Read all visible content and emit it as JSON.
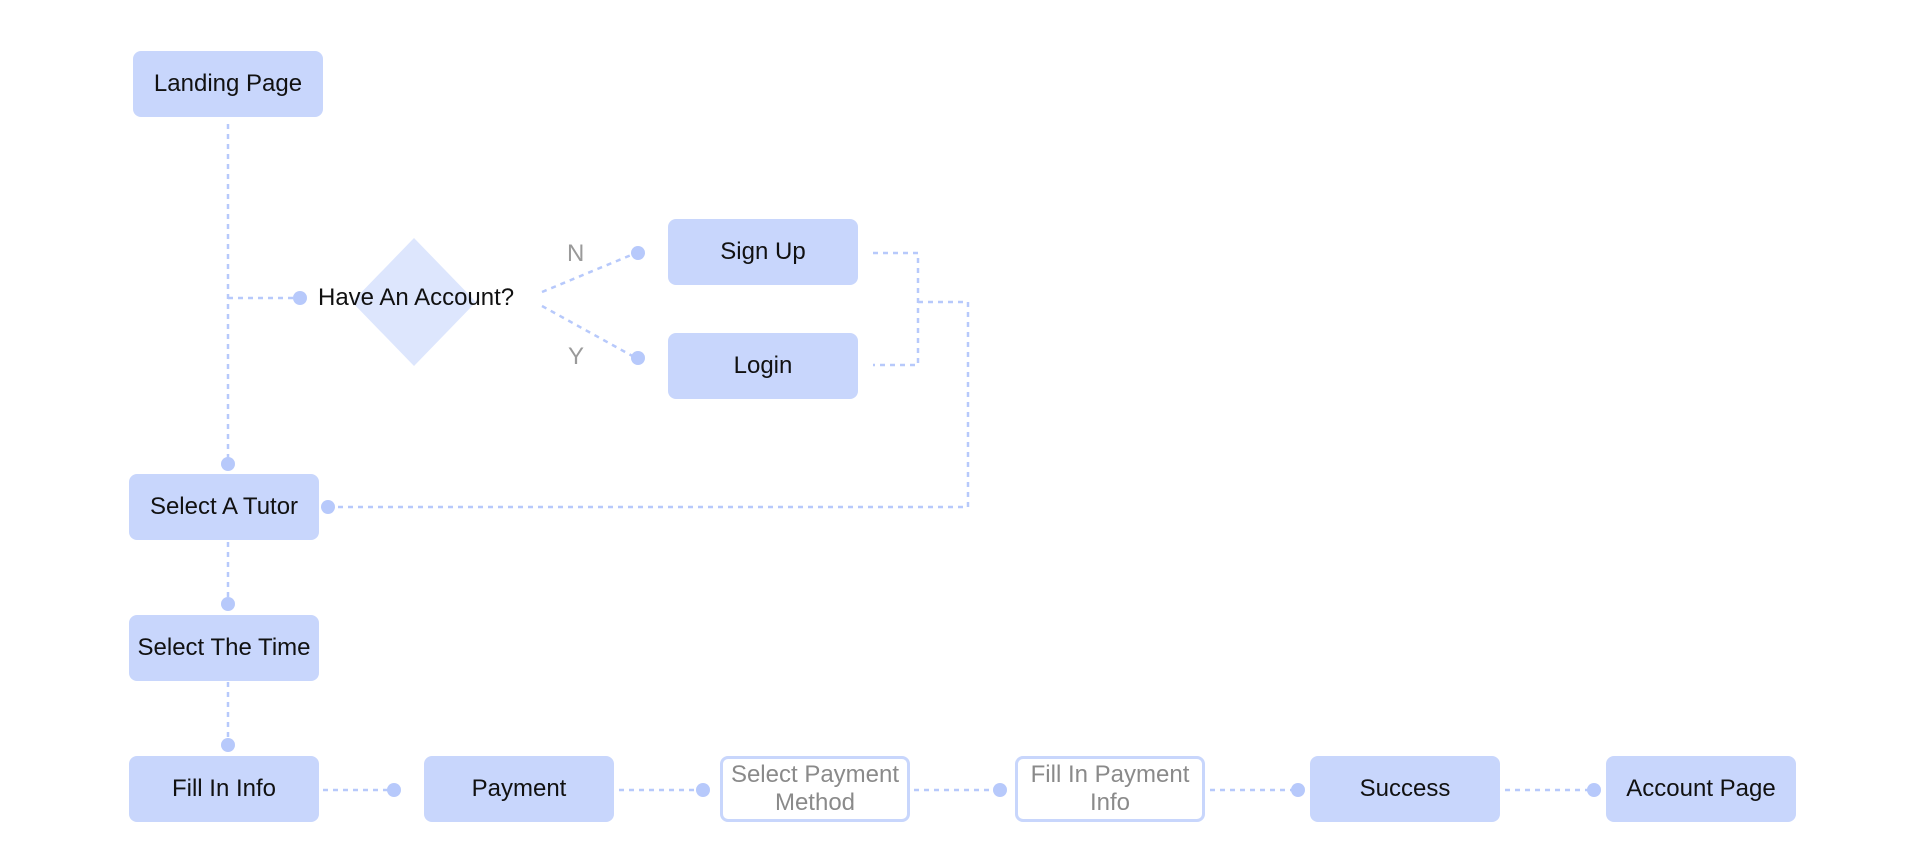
{
  "nodes": {
    "landing_page": "Landing Page",
    "sign_up": "Sign Up",
    "login": "Login",
    "select_tutor": "Select A Tutor",
    "select_time": "Select The Time",
    "fill_in_info": "Fill In Info",
    "payment": "Payment",
    "select_payment_method": "Select Payment\nMethod",
    "fill_in_payment_info": "Fill In Payment\nInfo",
    "success": "Success",
    "account_page": "Account Page"
  },
  "decision": {
    "label": "Have An Account?",
    "no_label": "N",
    "yes_label": "Y"
  },
  "colors": {
    "node_fill": "#c8d6fc",
    "decision_fill": "#dde6fd",
    "connector": "#b7c9fb",
    "inactive_text": "#8a8a8a"
  }
}
